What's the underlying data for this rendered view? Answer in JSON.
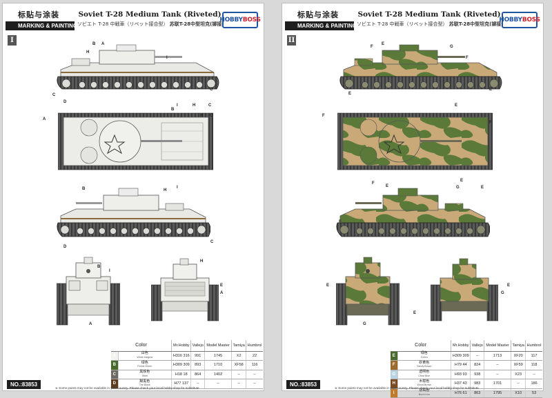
{
  "header": {
    "title_cn": "标贴与涂装",
    "title_en": "MARKING & PAINTING",
    "model_title": "Soviet T-28 Medium Tank (Riveted)",
    "subtitle_jp": "ソビエト T-28 中戦車（リベット接合型）",
    "subtitle_cn": "苏联T-28中型坦克(铆接型)",
    "logo_part1": "HOBBY",
    "logo_part2": "BOSS"
  },
  "schemes": [
    {
      "tag": "I",
      "scheme": "winter-white"
    },
    {
      "tag": "II",
      "scheme": "camouflage"
    }
  ],
  "callouts_1": {
    "side_top": [
      "H",
      "B",
      "A",
      "I",
      "C",
      "D",
      "C"
    ],
    "plan": [
      "A",
      "H",
      "C",
      "B",
      "I",
      "C",
      "H"
    ],
    "side_bottom": [
      "B",
      "H",
      "I",
      "C",
      "D"
    ],
    "front": [
      "B",
      "I",
      "A"
    ],
    "rear": [
      "H",
      "E",
      "A"
    ]
  },
  "callouts_2": {
    "side_top": [
      "F",
      "E",
      "G",
      "F",
      "E",
      "E"
    ],
    "plan": [
      "F",
      "E",
      "F",
      "E"
    ],
    "side_bottom": [
      "F",
      "E",
      "G",
      "E",
      "F"
    ],
    "front": [
      "E",
      "G"
    ],
    "rear": [
      "E",
      "G",
      "E"
    ]
  },
  "paint_headers": [
    "Color",
    "Mr.Hobby",
    "Vallejo",
    "Model Master",
    "Tamiya",
    "Humbrol"
  ],
  "paints_1": [
    {
      "letter": "A",
      "swatch": "#f2f2ee",
      "cn": "白色",
      "en": "White Insignia",
      "hobby": "H316 316",
      "vallejo": "991",
      "mm": "1745",
      "tamiya": "X2",
      "humbrol": "22"
    },
    {
      "letter": "B",
      "swatch": "#4a6a2c",
      "cn": "绿色",
      "en": "Forest Green",
      "hobby": "H309 309",
      "vallejo": "893",
      "mm": "1710",
      "tamiya": "XF58",
      "humbrol": "116"
    },
    {
      "letter": "C",
      "swatch": "#6e6a63",
      "cn": "黑铁色",
      "en": "Steel",
      "hobby": "H18 18",
      "vallejo": "864",
      "mm": "1402",
      "tamiya": "--",
      "humbrol": "--"
    },
    {
      "letter": "D",
      "swatch": "#5e3b1f",
      "cn": "黝黑色",
      "en": "Tire Black",
      "hobby": "H77 137",
      "vallejo": "--",
      "mm": "--",
      "tamiya": "--",
      "humbrol": "--"
    }
  ],
  "paints_2": [
    {
      "letter": "E",
      "swatch": "#4a6a2c",
      "cn": "绿色",
      "en": "Green",
      "hobby": "H309 309",
      "vallejo": "--",
      "mm": "1713",
      "tamiya": "XF20",
      "humbrol": "117"
    },
    {
      "letter": "F",
      "swatch": "#9b6a2c",
      "cn": "砂黄色",
      "en": "Sandy Brown",
      "hobby": "H79 44",
      "vallejo": "824",
      "mm": "--",
      "tamiya": "XF59",
      "humbrol": "118"
    },
    {
      "letter": "G",
      "swatch": "#b9d4e0",
      "cn": "透明色",
      "en": "Clear Blue",
      "hobby": "H93 93",
      "vallejo": "938",
      "mm": "--",
      "tamiya": "X23",
      "humbrol": "--"
    },
    {
      "letter": "H",
      "swatch": "#7a4a22",
      "cn": "木棕色",
      "en": "Wood Brown",
      "hobby": "H37 43",
      "vallejo": "983",
      "mm": "1701",
      "tamiya": "--",
      "humbrol": "186"
    },
    {
      "letter": "I",
      "swatch": "#c07a2c",
      "cn": "烧褐色",
      "en": "Burnt Iron",
      "hobby": "H76 61",
      "vallejo": "863",
      "mm": "1795",
      "tamiya": "X10",
      "humbrol": "53"
    }
  ],
  "footer": {
    "number": "NO.:83853",
    "note": "※ Some paints may not be available in your country. Please check your local hobby shop for substitute"
  }
}
